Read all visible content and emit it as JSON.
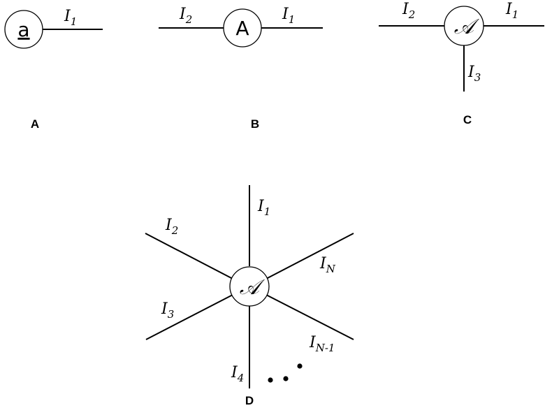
{
  "panels": {
    "a": {
      "label": "A",
      "tensor": "a",
      "indices": [
        {
          "base": "I",
          "sub": "1"
        }
      ]
    },
    "b": {
      "label": "B",
      "tensor": "A",
      "indices": [
        {
          "base": "I",
          "sub": "2"
        },
        {
          "base": "I",
          "sub": "1"
        }
      ]
    },
    "c": {
      "label": "C",
      "tensor": "𝒜",
      "indices": [
        {
          "base": "I",
          "sub": "2"
        },
        {
          "base": "I",
          "sub": "1"
        },
        {
          "base": "I",
          "sub": "3"
        }
      ]
    },
    "d": {
      "label": "D",
      "tensor": "𝒜",
      "indices": [
        {
          "base": "I",
          "sub": "1"
        },
        {
          "base": "I",
          "sub": "2"
        },
        {
          "base": "I",
          "sub": "N"
        },
        {
          "base": "I",
          "sub": "3"
        },
        {
          "base": "I",
          "sub": "N-1"
        },
        {
          "base": "I",
          "sub": "4"
        }
      ],
      "ellipsis": "..."
    }
  }
}
